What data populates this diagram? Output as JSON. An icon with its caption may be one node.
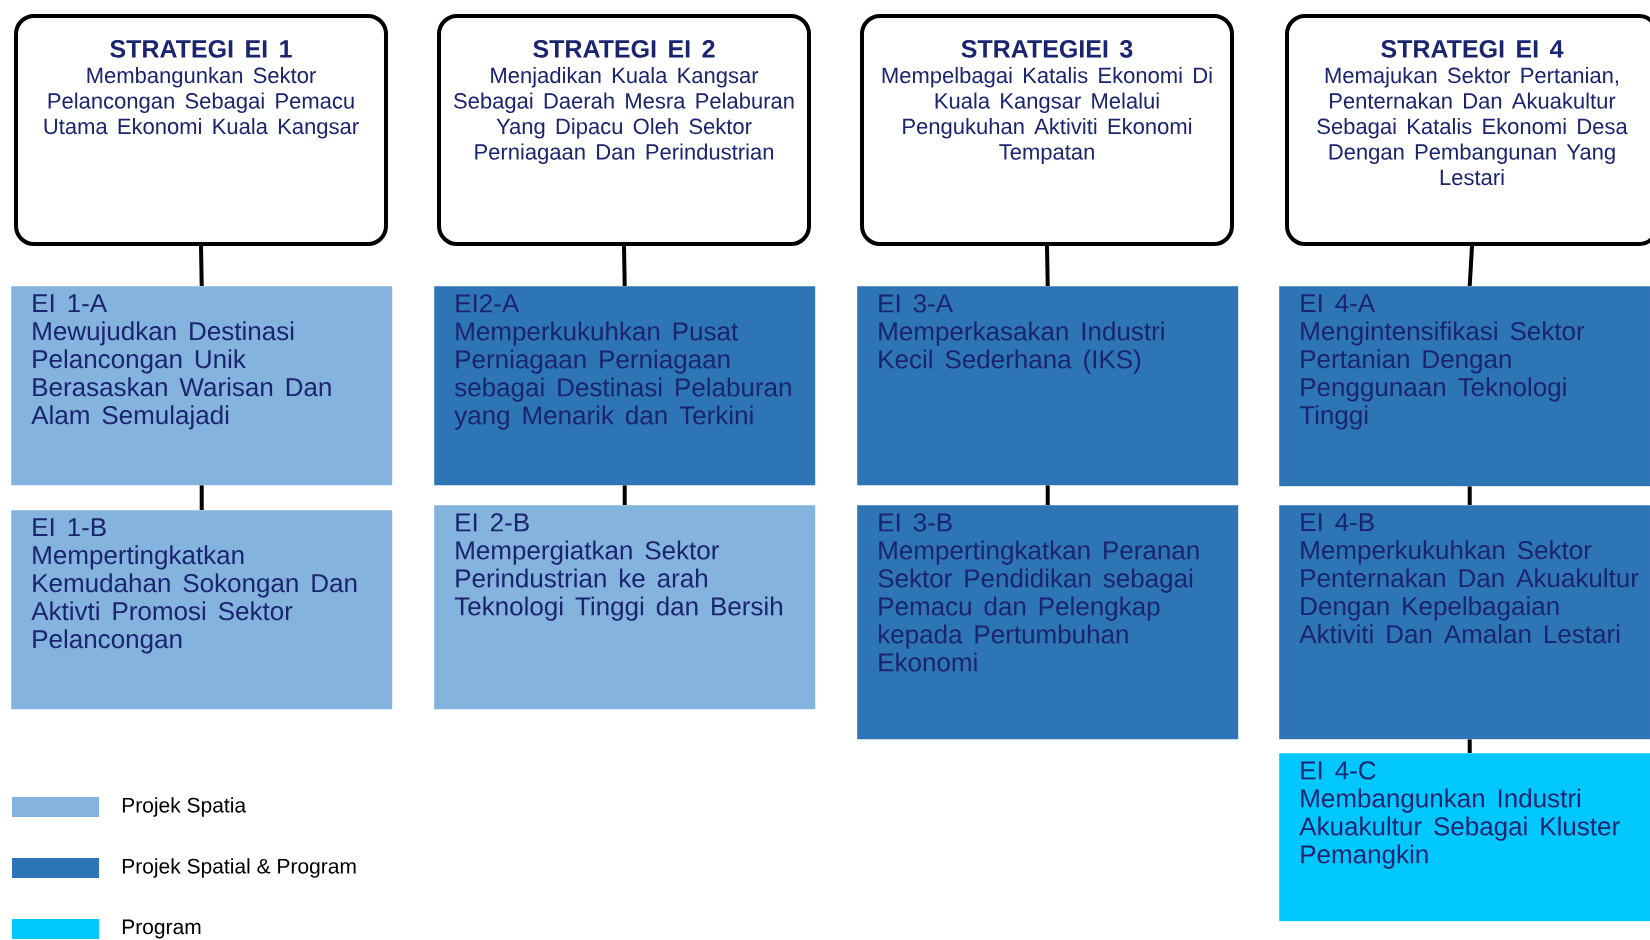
{
  "diagram": {
    "nodes": [
      {
        "text": [
          "STRATEGI EI 1",
          "Membangunkan Sektor Pelancongan Sebagai Pemacu Utama Ekonomi Kuala Kangsar"
        ]
      },
      {
        "text": [
          "EI 1-A",
          "Mewujudkan Destinasi Pelancongan Unik Berasaskan Warisan Dan Alam Semulajadi"
        ]
      },
      {
        "text": [
          "EI 1-B",
          "Mempertingkatkan Kemudahan Sokongan Dan Aktivti Promosi Sektor Pelancongan"
        ]
      },
      {
        "text": [
          "STRATEGI EI 2",
          "Menjadikan Kuala Kangsar Sebagai Daerah Mesra Pelaburan Yang Dipacu Oleh Sektor Perniagaan Dan Perindustrian"
        ]
      },
      {
        "text": [
          "EI2-A",
          "Memperkukuhkan Pusat Perniagaan Perniagaan sebagai Destinasi Pelaburan yang Menarik dan Terkini"
        ]
      },
      {
        "text": [
          "EI 2-B",
          "Mempergiatkan Sektor Perindustrian ke arah Teknologi Tinggi dan Bersih"
        ]
      },
      {
        "text": [
          "STRATEGIEI 3",
          "Mempelbagai Katalis Ekonomi Di Kuala Kangsar Melalui Pengukuhan Aktiviti Ekonomi Tempatan"
        ]
      },
      {
        "text": [
          "EI 3-A",
          "Memperkasakan Industri Kecil Sederhana (IKS)"
        ]
      },
      {
        "text": [
          "EI 3-B",
          "Mempertingkatkan Peranan Sektor Pendidikan sebagai Pemacu dan Pelengkap kepada Pertumbuhan Ekonomi"
        ]
      },
      {
        "text": [
          "STRATEGI EI 4",
          "Memajukan Sektor Pertanian, Penternakan Dan Akuakultur Sebagai Katalis Ekonomi Desa Dengan Pembangunan Yang Lestari"
        ]
      },
      {
        "text": [
          "EI 4-A",
          "Mengintensifikasi Sektor Pertanian Dengan Penggunaan Teknologi Tinggi"
        ]
      },
      {
        "text": [
          "EI 4-B",
          "Memperkukuhkan Sektor Penternakan Dan Akuakultur Dengan Kepelbagaian Aktiviti Dan Amalan Lestari"
        ]
      },
      {
        "text": [
          "EI 4-C",
          "Membangunkan Industri Akuakultur Sebagai Kluster Pemangkin"
        ]
      }
    ],
    "edges": [
      {
        "from": 0,
        "to": 1,
        "arrow": "none"
      },
      {
        "from": 1,
        "to": 2,
        "arrow": "none"
      },
      {
        "from": 3,
        "to": 4,
        "arrow": "none"
      },
      {
        "from": 4,
        "to": 5,
        "arrow": "none"
      },
      {
        "from": 6,
        "to": 7,
        "arrow": "none"
      },
      {
        "from": 7,
        "to": 8,
        "arrow": "none"
      },
      {
        "from": 9,
        "to": 10,
        "arrow": "none"
      },
      {
        "from": 10,
        "to": 11,
        "arrow": "none"
      },
      {
        "from": 11,
        "to": 12,
        "arrow": "none"
      }
    ],
    "legend": [
      {
        "text": "Projek Spatia",
        "color": "#84b3de"
      },
      {
        "text": "Projek Spatial & Program",
        "color": "#2e75b6"
      },
      {
        "text": "Program",
        "color": "#00c8ff"
      }
    ]
  }
}
